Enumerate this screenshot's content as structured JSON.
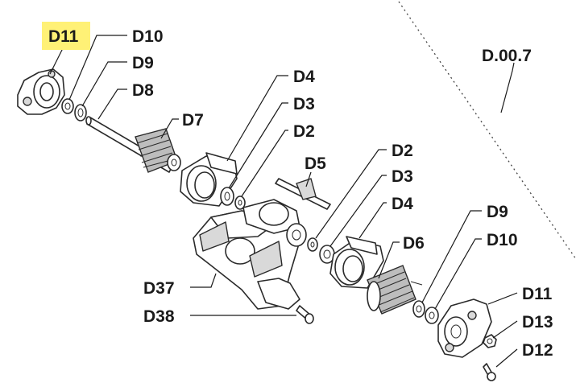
{
  "labels": {
    "d11_top": "D11",
    "d10_top": "D10",
    "d9_top": "D9",
    "d8": "D8",
    "d7": "D7",
    "d4_top": "D4",
    "d3_top": "D3",
    "d2_top": "D2",
    "d5": "D5",
    "d2_right": "D2",
    "d3_right": "D3",
    "d4_right": "D4",
    "d6": "D6",
    "d9_right": "D9",
    "d10_right": "D10",
    "d11_right": "D11",
    "d13": "D13",
    "d12": "D12",
    "d37": "D37",
    "d38": "D38",
    "assembly": "D.00.7"
  },
  "colors": {
    "highlight": "#fff176",
    "ink": "#1a1a1a",
    "spring_fill": "#bdbdbd",
    "part_fill": "#ffffff"
  }
}
